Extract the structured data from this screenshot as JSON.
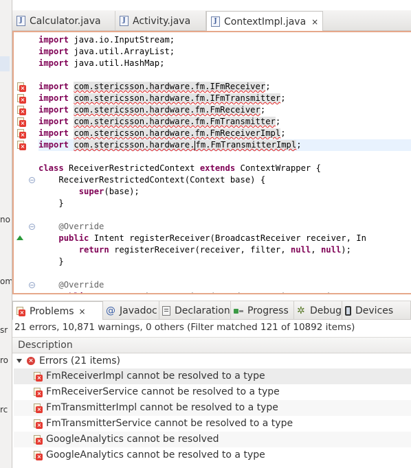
{
  "left_strip_fragments": [
    "no",
    "om",
    "sr",
    "ro",
    "rc"
  ],
  "editor_tabs": [
    {
      "label": "Calculator.java",
      "active": false
    },
    {
      "label": "Activity.java",
      "active": false
    },
    {
      "label": "ContextImpl.java",
      "active": true,
      "close_icon": "×"
    }
  ],
  "code_lines": [
    {
      "segments": [
        {
          "t": "import",
          "c": "kw"
        },
        {
          "t": " java.io.InputStream;",
          "c": ""
        }
      ]
    },
    {
      "segments": [
        {
          "t": "import",
          "c": "kw"
        },
        {
          "t": " java.util.ArrayList;",
          "c": ""
        }
      ]
    },
    {
      "segments": [
        {
          "t": "import",
          "c": "kw"
        },
        {
          "t": " java.util.HashMap;",
          "c": ""
        }
      ]
    },
    {
      "segments": []
    },
    {
      "marker": "error",
      "segments": [
        {
          "t": "import",
          "c": "kw"
        },
        {
          "t": " ",
          "c": ""
        },
        {
          "t": "com.stericsson.hardware.fm.IFmReceiver",
          "c": "err"
        },
        {
          "t": ";",
          "c": ""
        }
      ]
    },
    {
      "marker": "error",
      "segments": [
        {
          "t": "import",
          "c": "kw"
        },
        {
          "t": " ",
          "c": ""
        },
        {
          "t": "com.stericsson.hardware.fm.IFmTransmitter",
          "c": "err"
        },
        {
          "t": ";",
          "c": ""
        }
      ]
    },
    {
      "marker": "error",
      "segments": [
        {
          "t": "import",
          "c": "kw"
        },
        {
          "t": " ",
          "c": ""
        },
        {
          "t": "com.stericsson.hardware.fm.FmReceiver",
          "c": "err"
        },
        {
          "t": ";",
          "c": ""
        }
      ]
    },
    {
      "marker": "error",
      "segments": [
        {
          "t": "import",
          "c": "kw"
        },
        {
          "t": " ",
          "c": ""
        },
        {
          "t": "com.stericsson.hardware.fm.FmTransmitter",
          "c": "err"
        },
        {
          "t": ";",
          "c": ""
        }
      ]
    },
    {
      "marker": "error",
      "segments": [
        {
          "t": "import",
          "c": "kw"
        },
        {
          "t": " ",
          "c": ""
        },
        {
          "t": "com.stericsson.hardware.fm.FmReceiverImpl",
          "c": "err"
        },
        {
          "t": ";",
          "c": ""
        }
      ]
    },
    {
      "marker": "error",
      "current": true,
      "segments": [
        {
          "t": "import",
          "c": "kw"
        },
        {
          "t": " ",
          "c": ""
        },
        {
          "t": "com.stericsson.hardware.",
          "c": "err"
        },
        {
          "t": "|",
          "c": "caret"
        },
        {
          "t": "fm.FmTransmitterImpl",
          "c": "err"
        },
        {
          "t": ";",
          "c": ""
        }
      ]
    },
    {
      "segments": []
    },
    {
      "segments": [
        {
          "t": "class",
          "c": "kw"
        },
        {
          "t": " ReceiverRestrictedContext ",
          "c": ""
        },
        {
          "t": "extends",
          "c": "kw"
        },
        {
          "t": " ContextWrapper {",
          "c": ""
        }
      ]
    },
    {
      "fold": true,
      "segments": [
        {
          "t": "    ReceiverRestrictedContext(Context base) {",
          "c": ""
        }
      ]
    },
    {
      "segments": [
        {
          "t": "        ",
          "c": ""
        },
        {
          "t": "super",
          "c": "kw"
        },
        {
          "t": "(base);",
          "c": ""
        }
      ]
    },
    {
      "segments": [
        {
          "t": "    }",
          "c": ""
        }
      ]
    },
    {
      "segments": []
    },
    {
      "fold": true,
      "segments": [
        {
          "t": "    ",
          "c": ""
        },
        {
          "t": "@Override",
          "c": "ann"
        }
      ]
    },
    {
      "override": true,
      "segments": [
        {
          "t": "    ",
          "c": ""
        },
        {
          "t": "public",
          "c": "kw"
        },
        {
          "t": " Intent registerReceiver(BroadcastReceiver receiver, In",
          "c": ""
        }
      ]
    },
    {
      "segments": [
        {
          "t": "        ",
          "c": ""
        },
        {
          "t": "return",
          "c": "kw"
        },
        {
          "t": " registerReceiver(receiver, filter, ",
          "c": ""
        },
        {
          "t": "null",
          "c": "kw"
        },
        {
          "t": ", ",
          "c": ""
        },
        {
          "t": "null",
          "c": "kw"
        },
        {
          "t": ");",
          "c": ""
        }
      ]
    },
    {
      "segments": [
        {
          "t": "    }",
          "c": ""
        }
      ]
    },
    {
      "segments": []
    },
    {
      "fold": true,
      "segments": [
        {
          "t": "    ",
          "c": ""
        },
        {
          "t": "@Override",
          "c": "ann"
        }
      ]
    },
    {
      "segments": [
        {
          "t": "    ",
          "c": ""
        },
        {
          "t": "public",
          "c": "kw"
        },
        {
          "t": " Intent registerReceiver(BroadcastReceiver receiver, In",
          "c": ""
        }
      ]
    }
  ],
  "view_tabs": [
    {
      "label": "Problems",
      "icon": "problems-icon",
      "active": true,
      "close": "×"
    },
    {
      "label": "Javadoc",
      "icon": "at-icon",
      "active": false
    },
    {
      "label": "Declaration",
      "icon": "declaration-icon",
      "active": false
    },
    {
      "label": "Progress",
      "icon": "progress-icon",
      "active": false
    },
    {
      "label": "Debug",
      "icon": "debug-icon",
      "active": false
    },
    {
      "label": "Devices",
      "icon": "device-icon",
      "active": false
    }
  ],
  "problems": {
    "summary": "21 errors, 10,871 warnings, 0 others (Filter matched 121 of 10892 items)",
    "column_header": "Description",
    "group_label": "Errors (21 items)",
    "rows": [
      "FmReceiverImpl cannot be resolved to a type",
      "FmReceiverService cannot be resolved to a type",
      "FmTransmitterImpl cannot be resolved to a type",
      "FmTransmitterService cannot be resolved to a type",
      "GoogleAnalytics cannot be resolved",
      "GoogleAnalytics cannot be resolved to a type"
    ]
  },
  "colors": {
    "keyword": "#7f0055",
    "annotation": "#646464",
    "error": "#e53b32",
    "editor_border": "#e6a88a"
  }
}
